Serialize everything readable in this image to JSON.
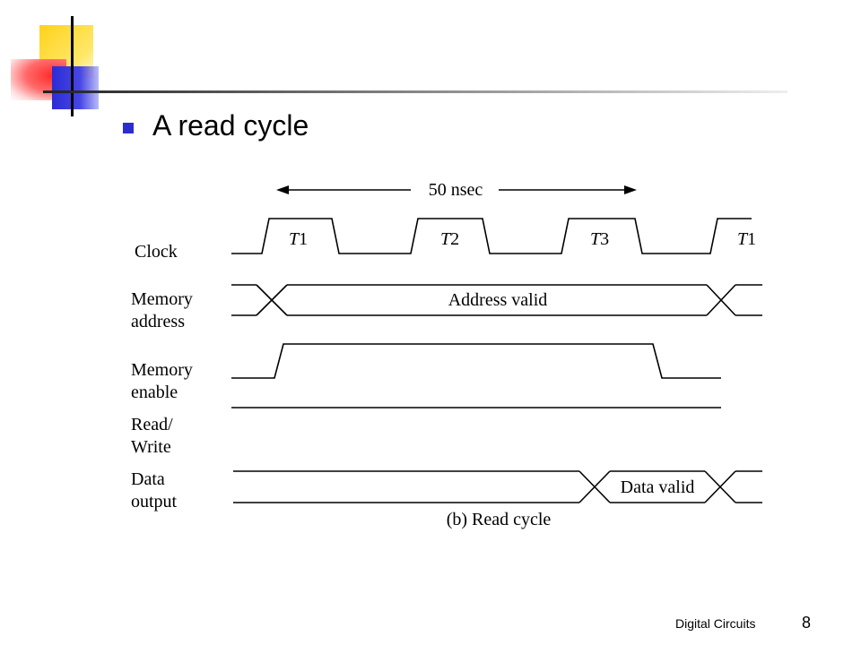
{
  "slide": {
    "title": "A read cycle",
    "footer": "Digital Circuits",
    "page_number": "8"
  },
  "diagram": {
    "period_label": "50 nsec",
    "clock_phases": [
      {
        "t": "T",
        "n": "1"
      },
      {
        "t": "T",
        "n": "2"
      },
      {
        "t": "T",
        "n": "3"
      },
      {
        "t": "T",
        "n": "1"
      }
    ],
    "signals": [
      {
        "line1": "Clock",
        "line2": ""
      },
      {
        "line1": "Memory",
        "line2": "address"
      },
      {
        "line1": "Memory",
        "line2": "enable"
      },
      {
        "line1": "Read/",
        "line2": "Write"
      },
      {
        "line1": "Data",
        "line2": "output"
      }
    ],
    "address_label": "Address valid",
    "data_label": "Data valid",
    "caption": "(b) Read cycle"
  }
}
